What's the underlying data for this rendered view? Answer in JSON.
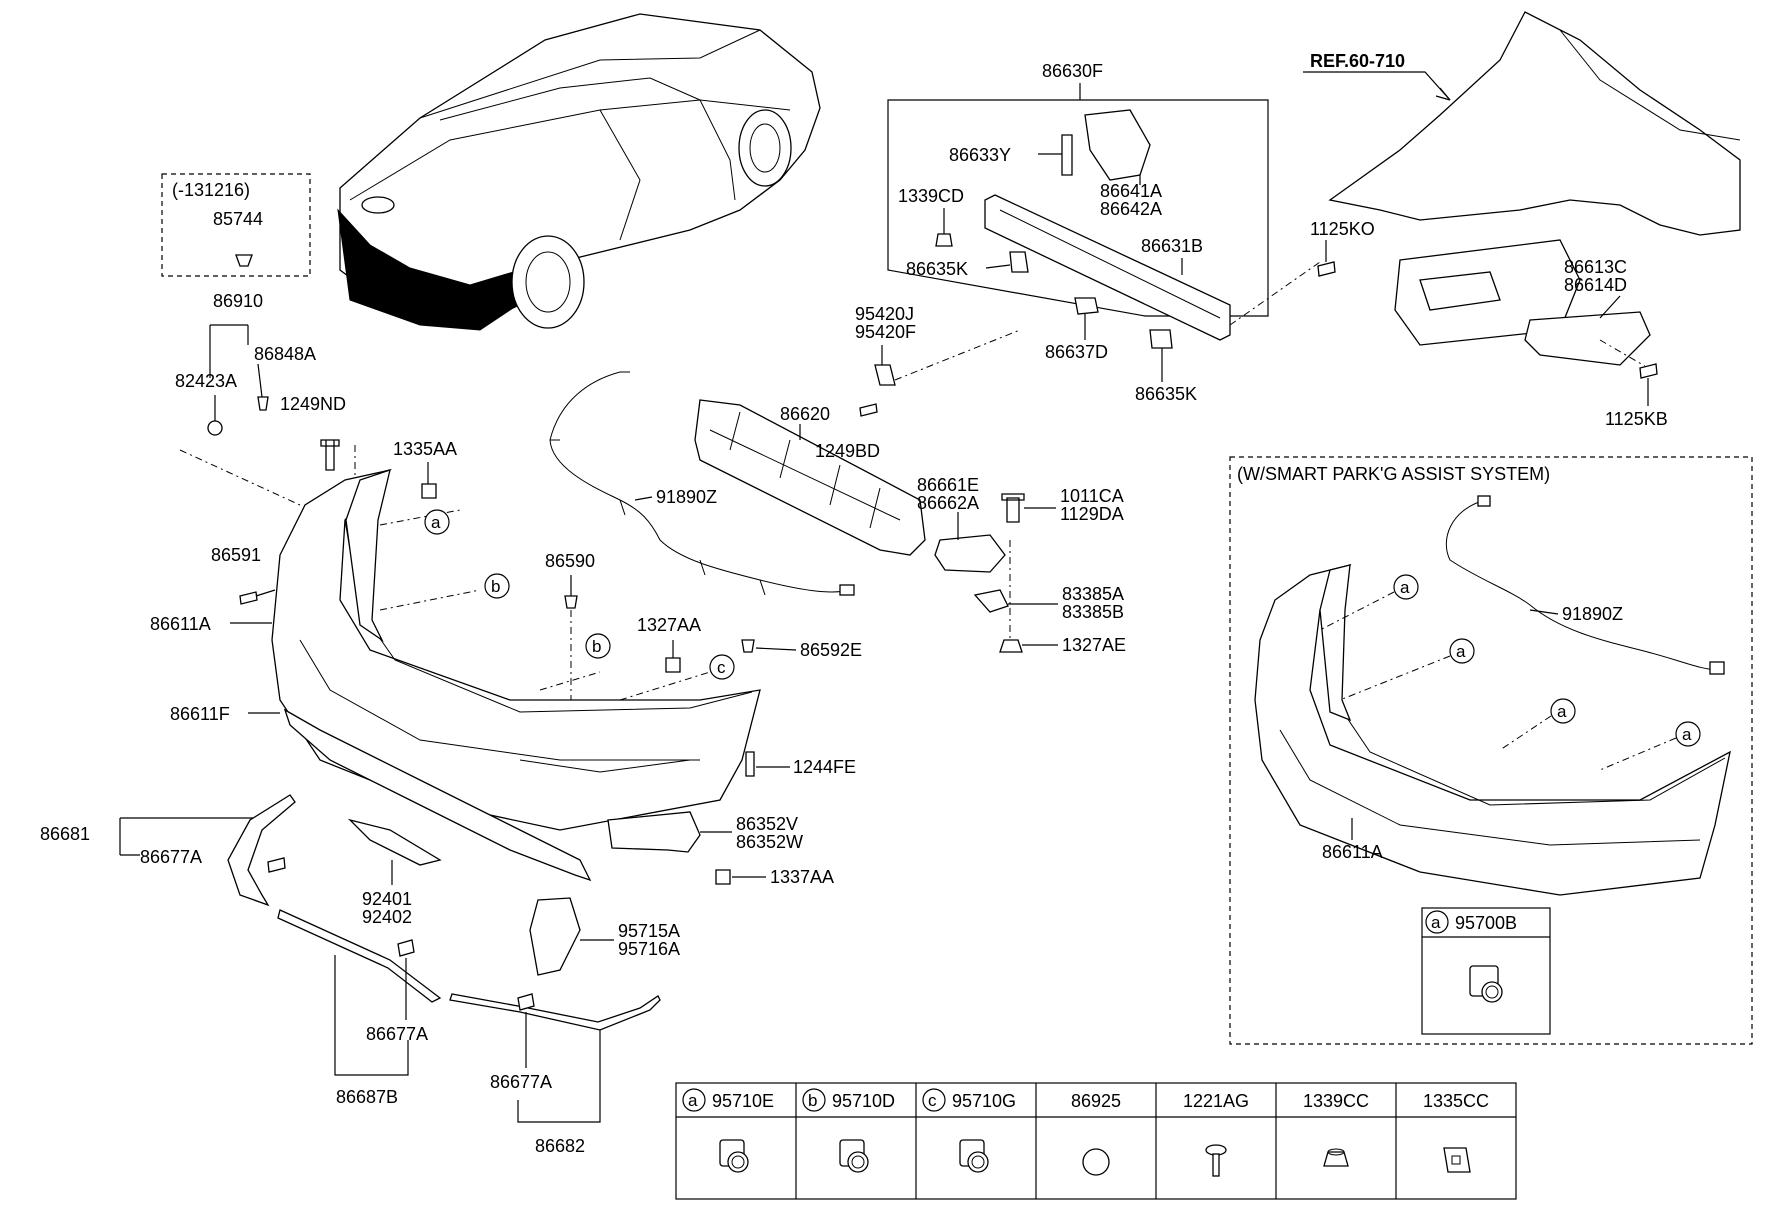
{
  "callouts": {
    "ref": "REF.60-710",
    "c131216": "(-131216)",
    "p85744": "85744",
    "p86910": "86910",
    "p86848A": "86848A",
    "p82423A": "82423A",
    "p1249ND": "1249ND",
    "p1335AA": "1335AA",
    "p86591": "86591",
    "p86611A": "86611A",
    "p86590": "86590",
    "p1327AA": "1327AA",
    "p86592E": "86592E",
    "p86611F": "86611F",
    "p1244FE": "1244FE",
    "p86681": "86681",
    "p86677A_1": "86677A",
    "p92401": "92401",
    "p92402": "92402",
    "p86352V": "86352V",
    "p86352W": "86352W",
    "p1337AA": "1337AA",
    "p95715A": "95715A",
    "p95716A": "95716A",
    "p86677A_2": "86677A",
    "p86687B": "86687B",
    "p86677A_3": "86677A",
    "p86682": "86682",
    "p91890Z": "91890Z",
    "p86620": "86620",
    "p1249BD": "1249BD",
    "p95420J": "95420J",
    "p95420F": "95420F",
    "p86661E": "86661E",
    "p86662A": "86662A",
    "p1011CA": "1011CA",
    "p1129DA": "1129DA",
    "p83385A": "83385A",
    "p83385B": "83385B",
    "p1327AE": "1327AE",
    "p86630F": "86630F",
    "p86633Y": "86633Y",
    "p1339CD": "1339CD",
    "p86641A": "86641A",
    "p86642A": "86642A",
    "p86631B": "86631B",
    "p86635K_1": "86635K",
    "p86637D": "86637D",
    "p86635K_2": "86635K",
    "p1125KO": "1125KO",
    "p86613C": "86613C",
    "p86614D": "86614D",
    "p1125KB": "1125KB"
  },
  "letters": {
    "a": "a",
    "b": "b",
    "c": "c"
  },
  "inset": {
    "title": "(W/SMART PARK'G ASSIST SYSTEM)",
    "p91890Z": "91890Z",
    "p86611A": "86611A",
    "sensor_letter": "a",
    "sensor_part": "95700B"
  },
  "table": {
    "columns": [
      {
        "letter": "a",
        "part": "95710E",
        "icon": "parking-sensor-icon"
      },
      {
        "letter": "b",
        "part": "95710D",
        "icon": "parking-sensor-icon"
      },
      {
        "letter": "c",
        "part": "95710G",
        "icon": "parking-sensor-icon"
      },
      {
        "letter": "",
        "part": "86925",
        "icon": "plug-circle-icon"
      },
      {
        "letter": "",
        "part": "1221AG",
        "icon": "screw-icon"
      },
      {
        "letter": "",
        "part": "1339CC",
        "icon": "nut-icon"
      },
      {
        "letter": "",
        "part": "1335CC",
        "icon": "clip-icon"
      }
    ]
  }
}
